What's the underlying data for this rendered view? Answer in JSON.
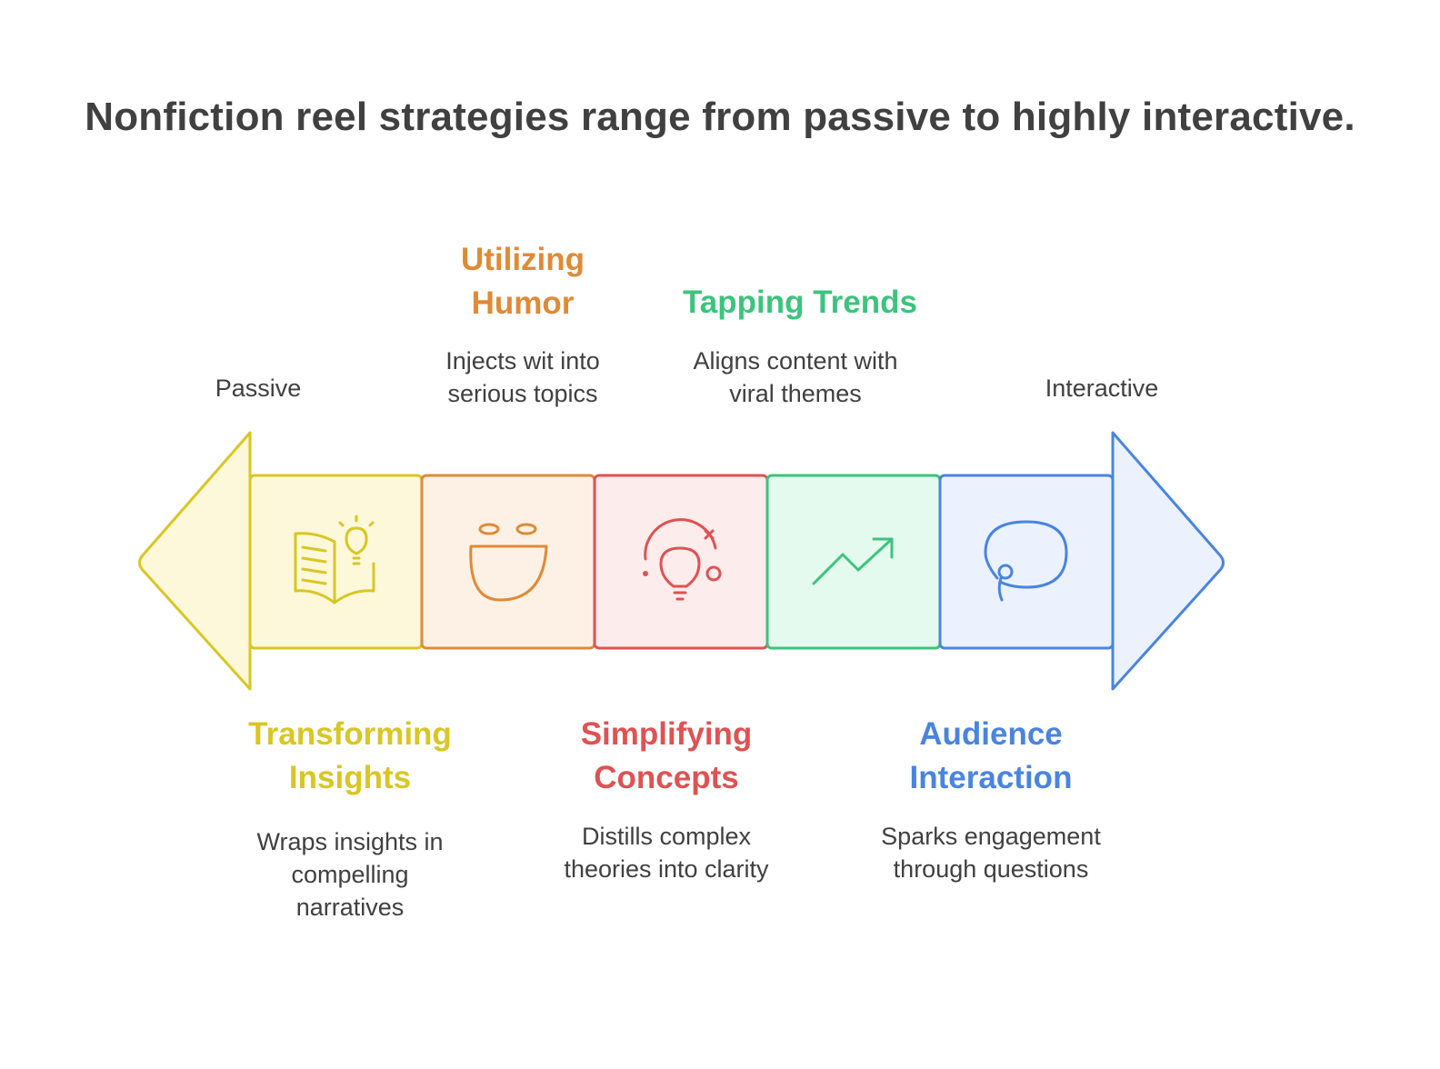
{
  "title": "Nonfiction reel strategies range from passive to highly interactive.",
  "scale": {
    "left_label": "Passive",
    "right_label": "Interactive"
  },
  "colors": {
    "yellow": "#D9C623",
    "orange": "#E08A35",
    "red": "#E05252",
    "green": "#3CC47C",
    "blue": "#4A84E0",
    "text": "#404040"
  },
  "steps": [
    {
      "title": "Transforming\nInsights",
      "description": "Wraps insights in\ncompelling\nnarratives",
      "icon": "open-book-lightbulb-icon",
      "color": "#D9C623"
    },
    {
      "title": "Utilizing\nHumor",
      "description": "Injects wit into\nserious topics",
      "icon": "laughing-face-icon",
      "color": "#E08A35"
    },
    {
      "title": "Simplifying\nConcepts",
      "description": "Distills complex\ntheories into clarity",
      "icon": "lightbulb-idea-icon",
      "color": "#E05252"
    },
    {
      "title": "Tapping Trends",
      "description": "Aligns content with\nviral themes",
      "icon": "trending-up-arrow-icon",
      "color": "#3CC47C"
    },
    {
      "title": "Audience\nInteraction",
      "description": "Sparks engagement\nthrough questions",
      "icon": "speech-bubble-icon",
      "color": "#4A84E0"
    }
  ]
}
